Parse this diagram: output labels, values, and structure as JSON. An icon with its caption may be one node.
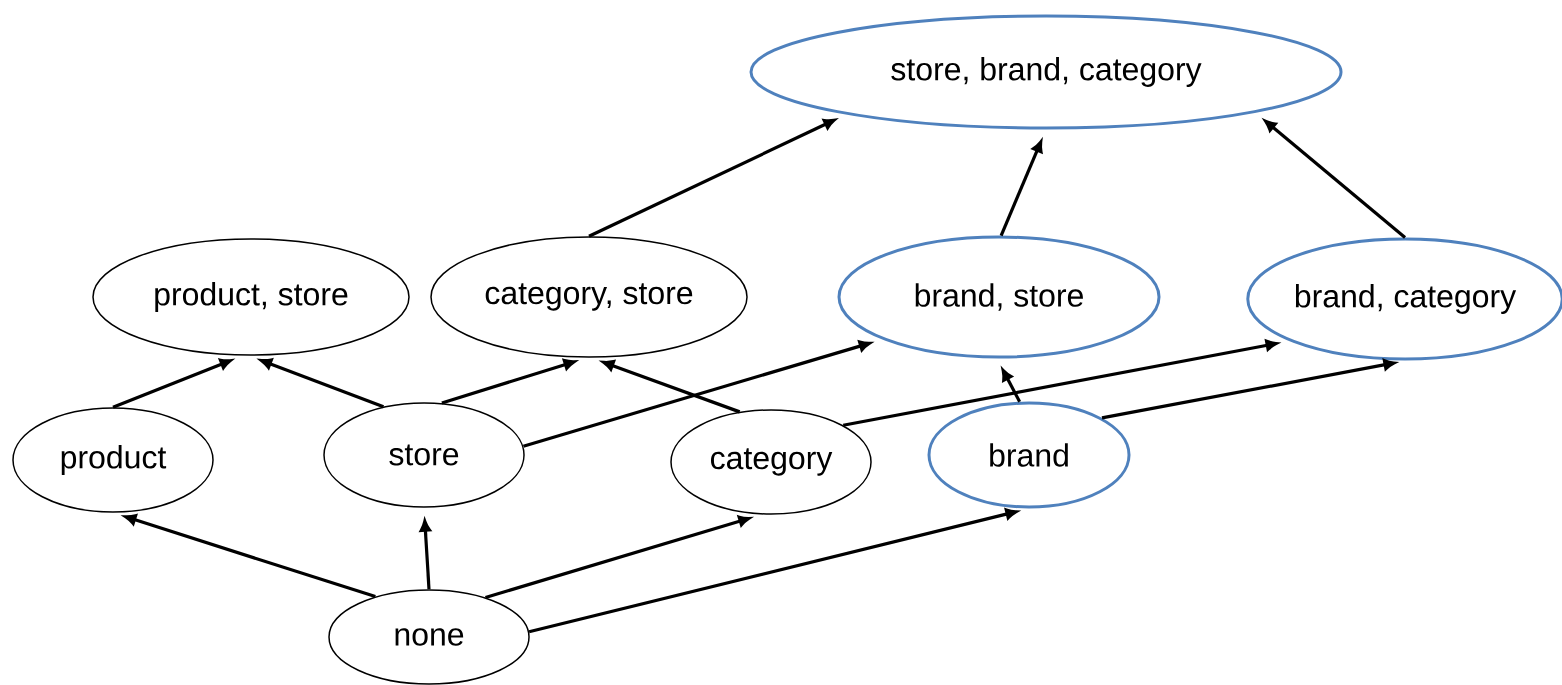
{
  "diagram": {
    "nodes": [
      {
        "text": [
          "store, brand, category"
        ]
      },
      {
        "text": [
          "product, store"
        ]
      },
      {
        "text": [
          "category, store"
        ]
      },
      {
        "text": [
          "brand, store"
        ]
      },
      {
        "text": [
          "brand, category"
        ]
      },
      {
        "text": [
          "product"
        ]
      },
      {
        "text": [
          "store"
        ]
      },
      {
        "text": [
          "category"
        ]
      },
      {
        "text": [
          "brand"
        ]
      },
      {
        "text": [
          "none"
        ]
      }
    ],
    "edges": [
      {
        "from": 9,
        "to": 5,
        "arrow": "to"
      },
      {
        "from": 9,
        "to": 6,
        "arrow": "to"
      },
      {
        "from": 9,
        "to": 7,
        "arrow": "to"
      },
      {
        "from": 9,
        "to": 8,
        "arrow": "to"
      },
      {
        "from": 5,
        "to": 1,
        "arrow": "to"
      },
      {
        "from": 6,
        "to": 1,
        "arrow": "to"
      },
      {
        "from": 6,
        "to": 2,
        "arrow": "to"
      },
      {
        "from": 6,
        "to": 3,
        "arrow": "to"
      },
      {
        "from": 7,
        "to": 2,
        "arrow": "to"
      },
      {
        "from": 7,
        "to": 4,
        "arrow": "to"
      },
      {
        "from": 8,
        "to": 3,
        "arrow": "to"
      },
      {
        "from": 8,
        "to": 4,
        "arrow": "to"
      },
      {
        "from": 2,
        "to": 0,
        "arrow": "to"
      },
      {
        "from": 3,
        "to": 0,
        "arrow": "to"
      },
      {
        "from": 4,
        "to": 0,
        "arrow": "to"
      }
    ]
  }
}
